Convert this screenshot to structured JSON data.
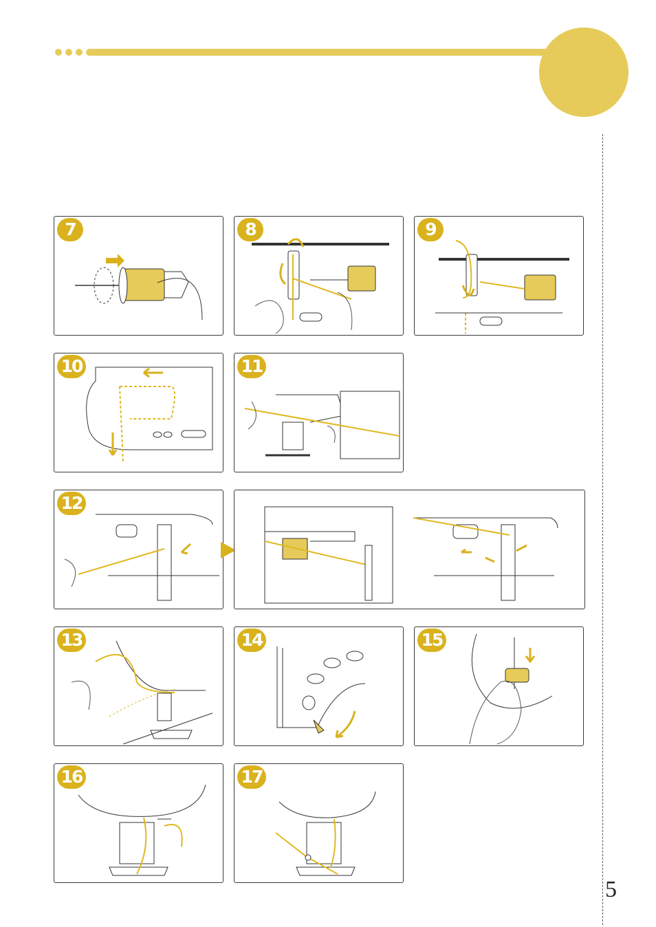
{
  "colors": {
    "accent": "#e6cb5a",
    "badge": "#d9b21d",
    "thread": "#e0b820",
    "line": "#3a3a3a"
  },
  "steps": [
    {
      "number": "7",
      "icon": "spool-pin-icon"
    },
    {
      "number": "8",
      "icon": "thread-guide-icon"
    },
    {
      "number": "9",
      "icon": "thread-guide-icon"
    },
    {
      "number": "10",
      "icon": "thread-path-icon"
    },
    {
      "number": "11",
      "icon": "take-up-lever-icon"
    },
    {
      "number": "12",
      "icon": "needle-bar-guide-icon"
    },
    {
      "number": "13",
      "icon": "threader-lever-icon"
    },
    {
      "number": "14",
      "icon": "threader-lever-icon"
    },
    {
      "number": "15",
      "icon": "needle-threader-icon"
    },
    {
      "number": "16",
      "icon": "presser-foot-icon"
    },
    {
      "number": "17",
      "icon": "presser-foot-icon"
    }
  ],
  "page_number": "5"
}
